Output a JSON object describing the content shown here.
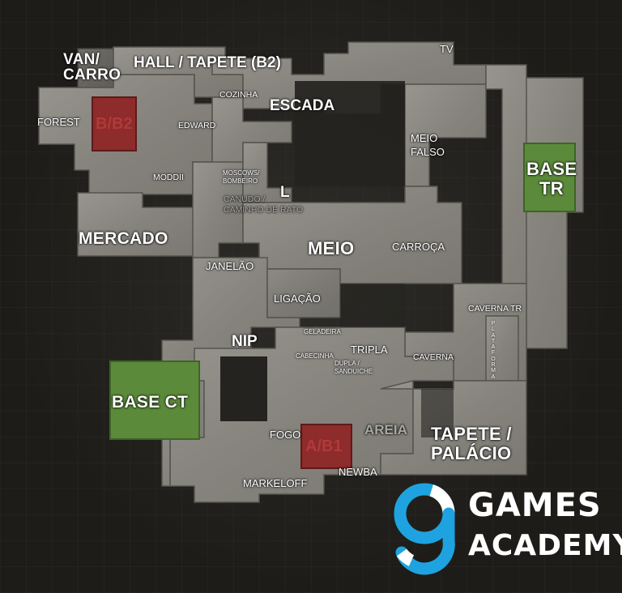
{
  "map": {
    "callouts": {
      "van_carro": "VAN/\nCARRO",
      "hall_tapete": "HALL / TAPETE (B2)",
      "tv": "TV",
      "cozinha": "COZINHA",
      "escada": "ESCADA",
      "forest": "FOREST",
      "bomb_b": "B/B2",
      "edward": "EDWARD",
      "meio_falso": "MEIO\nFALSO",
      "base_tr": "BASE\nTR",
      "moddii": "MODDII",
      "moscows": "MOSCOWS/\nBOMBEIRO",
      "l": "L",
      "canudo": "CANUDO /\nCAMINHO DE RATO",
      "mercado": "MERCADO",
      "meio": "MEIO",
      "carroca": "CARROÇA",
      "janelao": "JANELÃO",
      "ligacao": "LIGAÇÃO",
      "caverna_tr": "CAVERNA TR",
      "plataforma": "PLATAFORMA",
      "nip": "NIP",
      "geladeira": "GELADEIRA",
      "tripla": "TRIPLA",
      "cabecinha": "CABECINHA",
      "dupla": "DUPLA /\nSANDUICHE",
      "caverna": "CAVERNA",
      "base_ct": "BASE CT",
      "areia": "AREIA",
      "tapete_palacio": "TAPETE /\nPALÁCIO",
      "fogo": "FOGO",
      "bomb_a": "A/B1",
      "newba": "NEWBA",
      "markeloff": "MARKELOFF"
    },
    "colors": {
      "floor": "#8a8882",
      "spawn_green": "#5b8a3a",
      "bombsite_red": "#8e2b2b"
    }
  },
  "logo": {
    "line1": "GAMES",
    "line2": "ACADEMY",
    "mark_color": "#1ea3e0"
  }
}
